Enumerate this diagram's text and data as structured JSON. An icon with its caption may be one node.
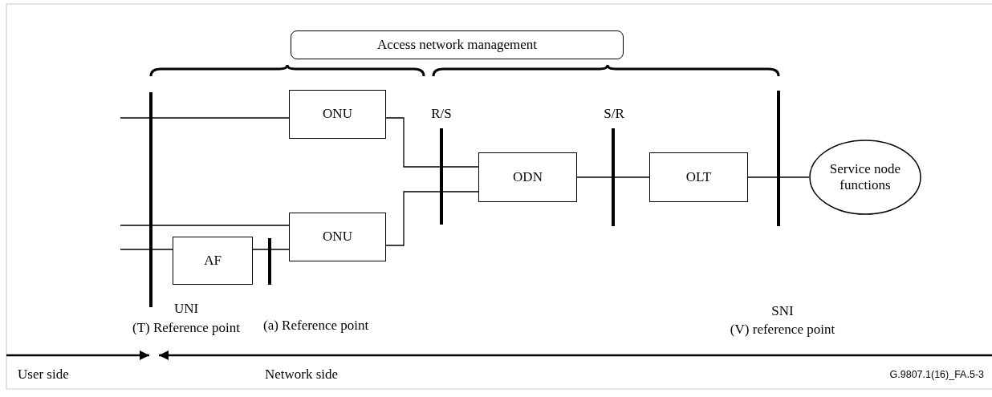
{
  "diagram": {
    "nodes": [
      {
        "text": [
          "Access network management"
        ]
      },
      {
        "text": [
          "ONU"
        ]
      },
      {
        "text": [
          "ONU"
        ]
      },
      {
        "text": [
          "AF"
        ]
      },
      {
        "text": [
          "ODN"
        ]
      },
      {
        "text": [
          "OLT"
        ]
      },
      {
        "text": [
          "Service node functions"
        ]
      }
    ],
    "edges": [
      {
        "from": null,
        "to": 1,
        "arrow": "none"
      },
      {
        "from": null,
        "to": 2,
        "arrow": "none"
      },
      {
        "from": null,
        "to": 3,
        "arrow": "none"
      },
      {
        "from": 3,
        "to": 2,
        "arrow": "none"
      },
      {
        "from": 1,
        "to": 4,
        "arrow": "none"
      },
      {
        "from": 2,
        "to": 4,
        "arrow": "none"
      },
      {
        "from": 4,
        "to": 5,
        "arrow": "none"
      },
      {
        "from": 5,
        "to": 6,
        "arrow": "none"
      }
    ],
    "labels": [
      "R/S",
      "S/R",
      "UNI",
      "SNI",
      "(T) Reference point",
      "(a) Reference point",
      "(V) reference point",
      "User side",
      "Network side",
      "G.9807.1(16)_FA.5-3"
    ]
  }
}
